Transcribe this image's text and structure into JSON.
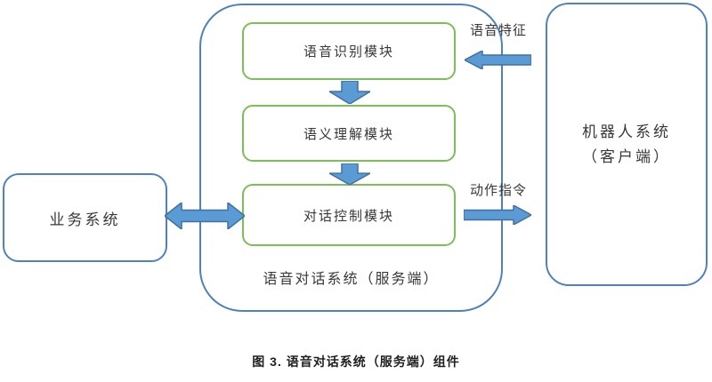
{
  "colors": {
    "blue": "#4f81bd",
    "green": "#7cbe58",
    "arrow-fill": "#5b9bd5",
    "arrow-stroke": "#41719c",
    "text": "#383838",
    "caption-color": "#1f1f1f"
  },
  "diagram": {
    "business_box": {
      "label": "业务系统"
    },
    "server_system": {
      "label": "语音对话系统（服务端）",
      "modules": [
        {
          "label": "语音识别模块"
        },
        {
          "label": "语义理解模块"
        },
        {
          "label": "对话控制模块"
        }
      ]
    },
    "robot_system": {
      "line1": "机器人系统",
      "line2": "（客户端）"
    },
    "flow_labels": {
      "voice_features": "语音特征",
      "action_commands": "动作指令"
    },
    "icons": {
      "down_arrow": "block-arrow-down",
      "left_arrow": "block-arrow-left",
      "right_arrow": "block-arrow-right",
      "double_arrow": "block-arrow-double-horizontal"
    },
    "caption": "图 3. 语音对话系统（服务端）组件"
  }
}
